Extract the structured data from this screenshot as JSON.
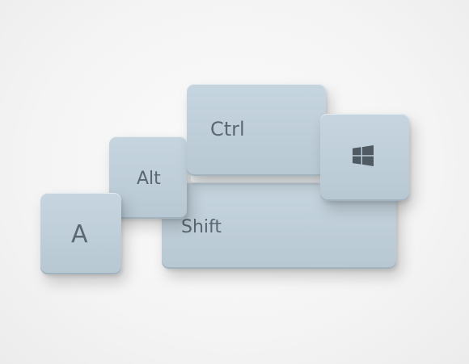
{
  "keys": {
    "a": "A",
    "alt": "Alt",
    "shift": "Shift",
    "ctrl": "Ctrl",
    "windows": "windows-logo-icon"
  },
  "colors": {
    "key_face": "#c0cfda",
    "key_text": "#5b6770",
    "background": "#f4f4f4"
  }
}
